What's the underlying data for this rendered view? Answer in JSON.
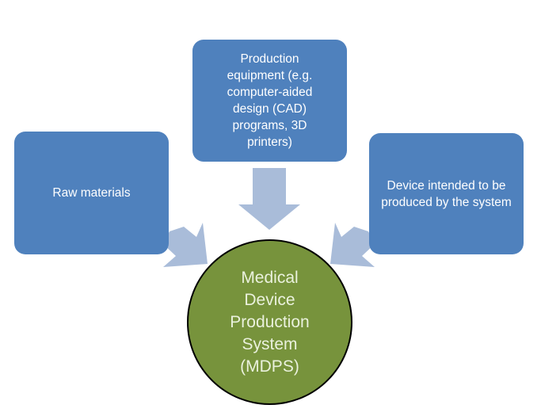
{
  "diagram": {
    "inputs": {
      "left": "Raw materials",
      "top": "Production equipment (e.g. computer-aided design (CAD) programs, 3D printers)",
      "right": "Device intended to be produced by the system"
    },
    "center": "Medical Device Production System (MDPS)"
  },
  "colors": {
    "box_fill": "#4f81bd",
    "box_text": "#ffffff",
    "center_fill": "#77933c",
    "center_text": "#eaf1dd",
    "arrow_fill": "#a9bcd9"
  }
}
